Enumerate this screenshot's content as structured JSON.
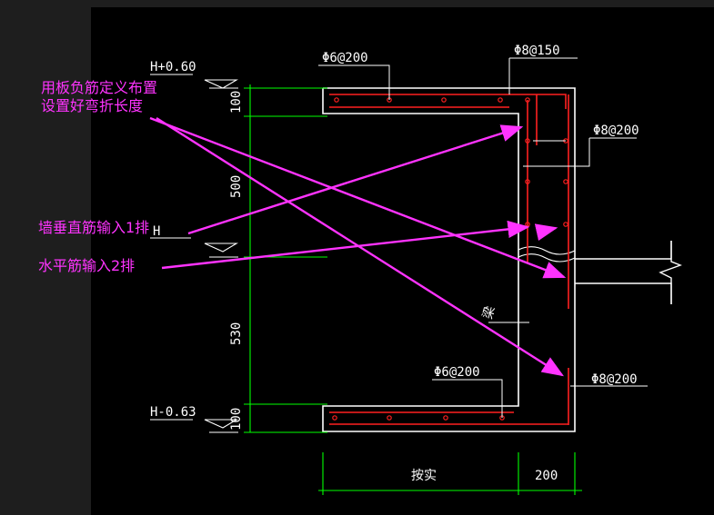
{
  "colors": {
    "background": "#000000",
    "outer_background": "#1e1e1e",
    "concrete_outline": "#ffffff",
    "rebar": "#ff2020",
    "dimension": "#00ff00",
    "annotation": "#ff33ff"
  },
  "annotations": {
    "note_negative_rebar_line1": "用板负筋定义布置",
    "note_negative_rebar_line2": "设置好弯折长度",
    "note_wall_vertical": "墙垂直筋输入1排",
    "note_horizontal": "水平筋输入2排"
  },
  "elevations": {
    "top": "H+0.60",
    "middle": "H",
    "bottom": "H-0.63"
  },
  "dimensions": {
    "top_slab": "100",
    "upper_wall": "500",
    "lower_wall": "530",
    "bottom_slab": "100",
    "width_as_built": "按实",
    "wall_width": "200"
  },
  "rebar_labels": {
    "top_slab": "Φ6@200",
    "top_corner": "Φ8@150",
    "wall_upper": "Φ8@200",
    "bottom_slab": "Φ6@200",
    "wall_lower": "Φ8@200",
    "beam": "梁"
  }
}
